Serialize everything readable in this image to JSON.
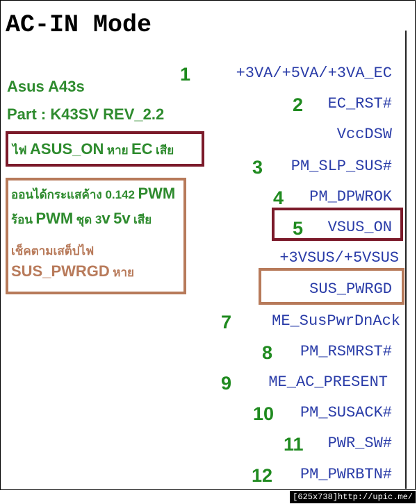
{
  "title": "AC-IN Mode",
  "model": "Asus A43s",
  "part": "Part : K43SV REV_2.2",
  "note1": {
    "prefix": "ไฟ",
    "signal": "ASUS_ON",
    "mid": "หาย",
    "chip": "EC",
    "suffix": "เสีย"
  },
  "note2": {
    "l1_text": "ออนได้กระแสค้าง 0.142",
    "l1_big": "PWM",
    "l2_a": "ร้อน",
    "l2_big": "PWM",
    "l2_b": "ชุด 3",
    "l2_c": "v",
    "l2_d": "5v",
    "l2_e": "เสีย",
    "l3": "เช็คตามเสต็ปไฟ",
    "l4_big": "SUS_PWRGD",
    "l4_small": "หาย"
  },
  "signals": [
    {
      "num": "1",
      "name": "+3VA/+5VA/+3VA_EC"
    },
    {
      "num": "2",
      "name": "EC_RST#"
    },
    {
      "num": "",
      "name": "VccDSW"
    },
    {
      "num": "3",
      "name": "PM_SLP_SUS#"
    },
    {
      "num": "4",
      "name": "PM_DPWROK"
    },
    {
      "num": "5",
      "name": "VSUS_ON"
    },
    {
      "num": "",
      "name": "+3VSUS/+5VSUS"
    },
    {
      "num": "",
      "name": "SUS_PWRGD"
    },
    {
      "num": "7",
      "name": "ME_SusPwrDnAck"
    },
    {
      "num": "8",
      "name": "PM_RSMRST#"
    },
    {
      "num": "9",
      "name": "ME_AC_PRESENT"
    },
    {
      "num": "10",
      "name": "PM_SUSACK#"
    },
    {
      "num": "11",
      "name": "PWR_SW#"
    },
    {
      "num": "12",
      "name": "PM_PWRBTN#"
    }
  ],
  "footer": "[625x738]http://upic.me/",
  "colors": {
    "green": "#2e8b2e",
    "signal_blue": "#2a3ca8",
    "maroon_box": "#7b1a2a",
    "tan_box": "#b77a5a"
  }
}
